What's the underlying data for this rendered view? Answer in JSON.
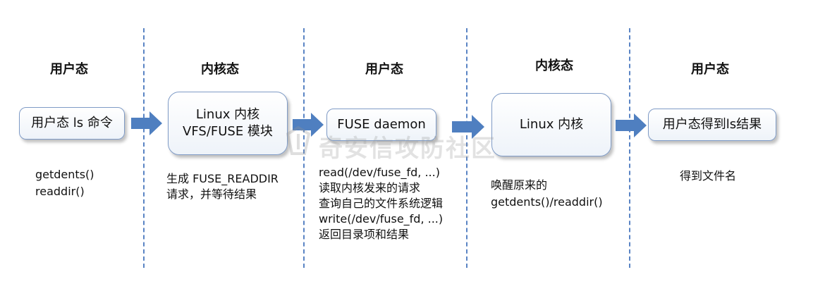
{
  "headers": [
    "用户态",
    "内核态",
    "用户态",
    "内核态",
    "用户态"
  ],
  "boxes": {
    "b1": "用户态 ls 命令",
    "b2_line1": "Linux 内核",
    "b2_line2": "VFS/FUSE 模块",
    "b3": "FUSE daemon",
    "b4": "Linux 内核",
    "b5": "用户态得到ls结果"
  },
  "notes": {
    "n1": [
      "getdents()",
      "readdir()"
    ],
    "n2": [
      "生成 FUSE_READDIR",
      "请求，并等待结果"
    ],
    "n3": [
      "read(/dev/fuse_fd, ...)",
      "读取内核发来的请求",
      "查询自己的文件系统逻辑",
      "write(/dev/fuse_fd, ...)",
      "返回目录项和结果"
    ],
    "n4": [
      "唤醒原来的",
      "getdents()/readdir()"
    ],
    "n5": [
      "得到文件名"
    ]
  },
  "watermark": "奇安信攻防社区",
  "colors": {
    "divider": "#5a84c4",
    "arrow": "#4f7fc0",
    "box_border": "#7f9bc6"
  },
  "icons": [
    "arrow-right-icon",
    "watermark-logo-icon"
  ]
}
